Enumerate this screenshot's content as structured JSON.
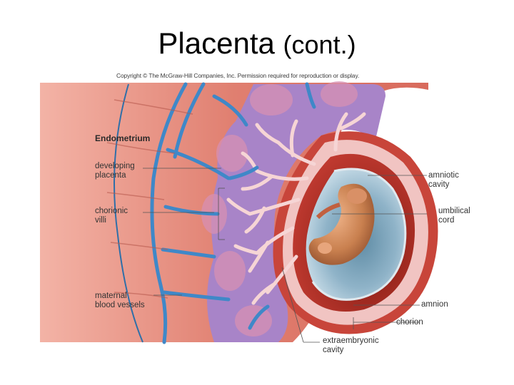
{
  "title": {
    "main": "Placenta",
    "sub": "(cont.)"
  },
  "copyright": "Copyright © The McGraw-Hill Companies, Inc. Permission required for reproduction or display.",
  "labels": {
    "endometrium": "Endometrium",
    "developing_placenta": [
      "developing",
      "placenta"
    ],
    "chorionic_villi": [
      "chorionic",
      "villi"
    ],
    "maternal_blood_vessels": [
      "maternal",
      "blood vessels"
    ],
    "amniotic_cavity": [
      "amniotic",
      "cavity"
    ],
    "umbilical_cord": [
      "umbilical",
      "cord"
    ],
    "amnion": "amnion",
    "chorion": "chorion",
    "extraembryonic_cavity": [
      "extraembryonic",
      "cavity"
    ]
  },
  "colors": {
    "endometrium": "#e0796a",
    "placenta": "#a983c9",
    "villi": "#f5d3d3",
    "vessels": "#3d86c6",
    "amniotic": "#9cbdd0",
    "chorion": "#b32a22",
    "embryo": "#c97a4b"
  }
}
